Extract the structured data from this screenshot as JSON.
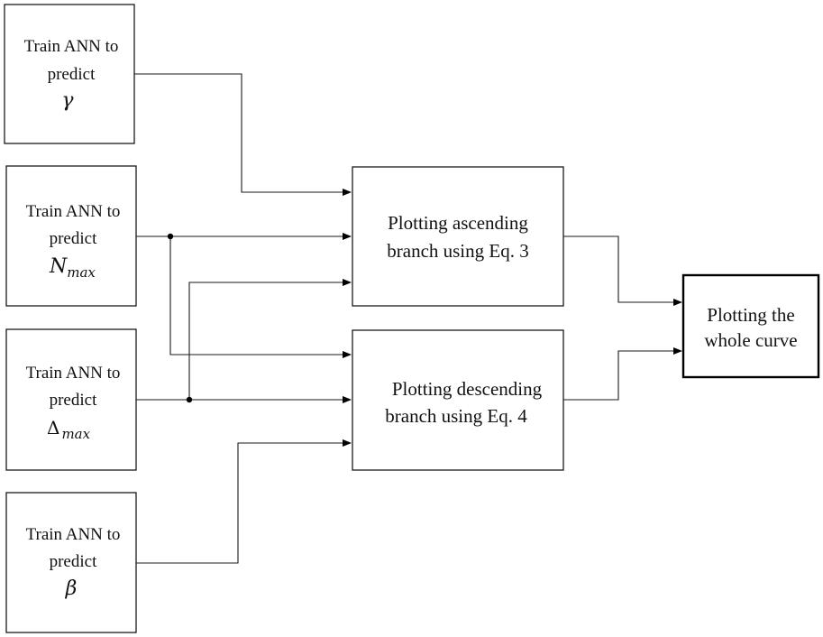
{
  "inputs": [
    {
      "line1": "Train ANN to",
      "line2": "predict",
      "symbol": "γ",
      "subscript": ""
    },
    {
      "line1": "Train ANN to",
      "line2": "predict",
      "symbol": "N",
      "subscript": "max"
    },
    {
      "line1": "Train ANN to",
      "line2": "predict",
      "symbol": "Δ",
      "subscript": "max"
    },
    {
      "line1": "Train ANN to",
      "line2": "predict",
      "symbol": "β",
      "subscript": ""
    }
  ],
  "ascending": {
    "line1": "Plotting ascending",
    "line2": "branch  using Eq. 3"
  },
  "descending": {
    "line1": "Plotting descending",
    "line2": "branch  using Eq. 4"
  },
  "output": {
    "line1": "Plotting the",
    "line2": "whole curve"
  }
}
